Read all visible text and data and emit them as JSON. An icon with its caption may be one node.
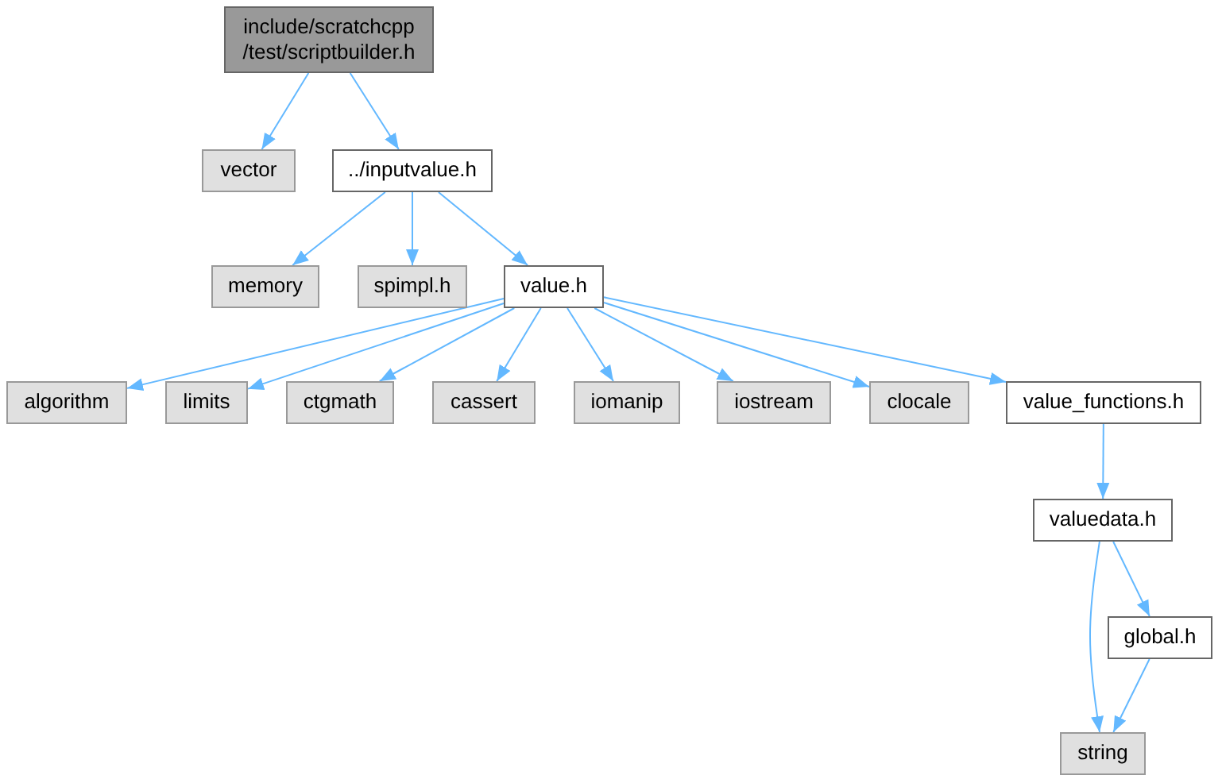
{
  "diagram": {
    "nodes": [
      {
        "text": [
          "include/scratchcpp /test/scriptbuilder.h"
        ]
      },
      {
        "text": [
          "vector"
        ]
      },
      {
        "text": [
          "../inputvalue.h"
        ]
      },
      {
        "text": [
          "memory"
        ]
      },
      {
        "text": [
          "spimpl.h"
        ]
      },
      {
        "text": [
          "value.h"
        ]
      },
      {
        "text": [
          "algorithm"
        ]
      },
      {
        "text": [
          "limits"
        ]
      },
      {
        "text": [
          "ctgmath"
        ]
      },
      {
        "text": [
          "cassert"
        ]
      },
      {
        "text": [
          "iomanip"
        ]
      },
      {
        "text": [
          "iostream"
        ]
      },
      {
        "text": [
          "clocale"
        ]
      },
      {
        "text": [
          "value_functions.h"
        ]
      },
      {
        "text": [
          "valuedata.h"
        ]
      },
      {
        "text": [
          "global.h"
        ]
      },
      {
        "text": [
          "string"
        ]
      }
    ],
    "edges": [
      {
        "from": 0,
        "to": 1,
        "arrow": "to"
      },
      {
        "from": 0,
        "to": 2,
        "arrow": "to"
      },
      {
        "from": 2,
        "to": 3,
        "arrow": "to"
      },
      {
        "from": 2,
        "to": 4,
        "arrow": "to"
      },
      {
        "from": 2,
        "to": 5,
        "arrow": "to"
      },
      {
        "from": 5,
        "to": 6,
        "arrow": "to"
      },
      {
        "from": 5,
        "to": 7,
        "arrow": "to"
      },
      {
        "from": 5,
        "to": 8,
        "arrow": "to"
      },
      {
        "from": 5,
        "to": 9,
        "arrow": "to"
      },
      {
        "from": 5,
        "to": 10,
        "arrow": "to"
      },
      {
        "from": 5,
        "to": 11,
        "arrow": "to"
      },
      {
        "from": 5,
        "to": 12,
        "arrow": "to"
      },
      {
        "from": 5,
        "to": 13,
        "arrow": "to"
      },
      {
        "from": 13,
        "to": 14,
        "arrow": "to"
      },
      {
        "from": 14,
        "to": 16,
        "arrow": "to"
      },
      {
        "from": 14,
        "to": 15,
        "arrow": "to"
      },
      {
        "from": 15,
        "to": 16,
        "arrow": "to"
      }
    ]
  }
}
